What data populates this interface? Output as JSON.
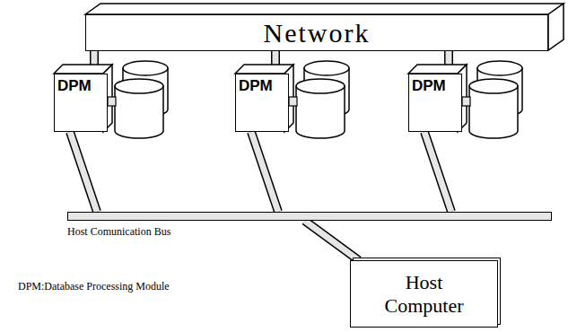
{
  "diagram": {
    "nodes": [
      {
        "text": [
          "Network"
        ]
      },
      {
        "text": [
          "DPM"
        ]
      },
      {
        "text": [
          "DPM"
        ]
      },
      {
        "text": [
          "DPM"
        ]
      },
      {
        "text": [
          "Host Comunication Bus"
        ]
      },
      {
        "text": [
          "Host Computer"
        ]
      }
    ],
    "edges": [
      {
        "from": 0,
        "to": 1,
        "arrow": "none"
      },
      {
        "from": 0,
        "to": 2,
        "arrow": "none"
      },
      {
        "from": 0,
        "to": 3,
        "arrow": "none"
      },
      {
        "from": 1,
        "to": 4,
        "arrow": "none"
      },
      {
        "from": 2,
        "to": 4,
        "arrow": "none"
      },
      {
        "from": 3,
        "to": 4,
        "arrow": "none"
      },
      {
        "from": 4,
        "to": 5,
        "arrow": "none"
      }
    ],
    "labels": [
      "DPM:Database Processing Module"
    ]
  }
}
